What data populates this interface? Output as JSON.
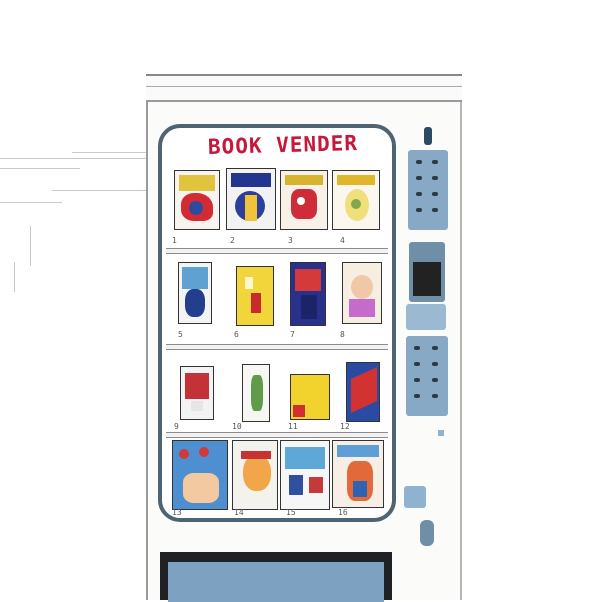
{
  "machine": {
    "title": "BOOK VENDER"
  },
  "shelves": [
    {
      "slots": [
        "1",
        "2",
        "3",
        "4"
      ]
    },
    {
      "slots": [
        "5",
        "6",
        "7",
        "8"
      ]
    },
    {
      "slots": [
        "9",
        "10",
        "11",
        "12"
      ]
    },
    {
      "slots": [
        "13",
        "14",
        "15",
        "16"
      ]
    }
  ],
  "colors": {
    "frame": "#4f6472",
    "title": "#c6183a",
    "panel": "#87a9c6",
    "door": "#1f2124"
  }
}
